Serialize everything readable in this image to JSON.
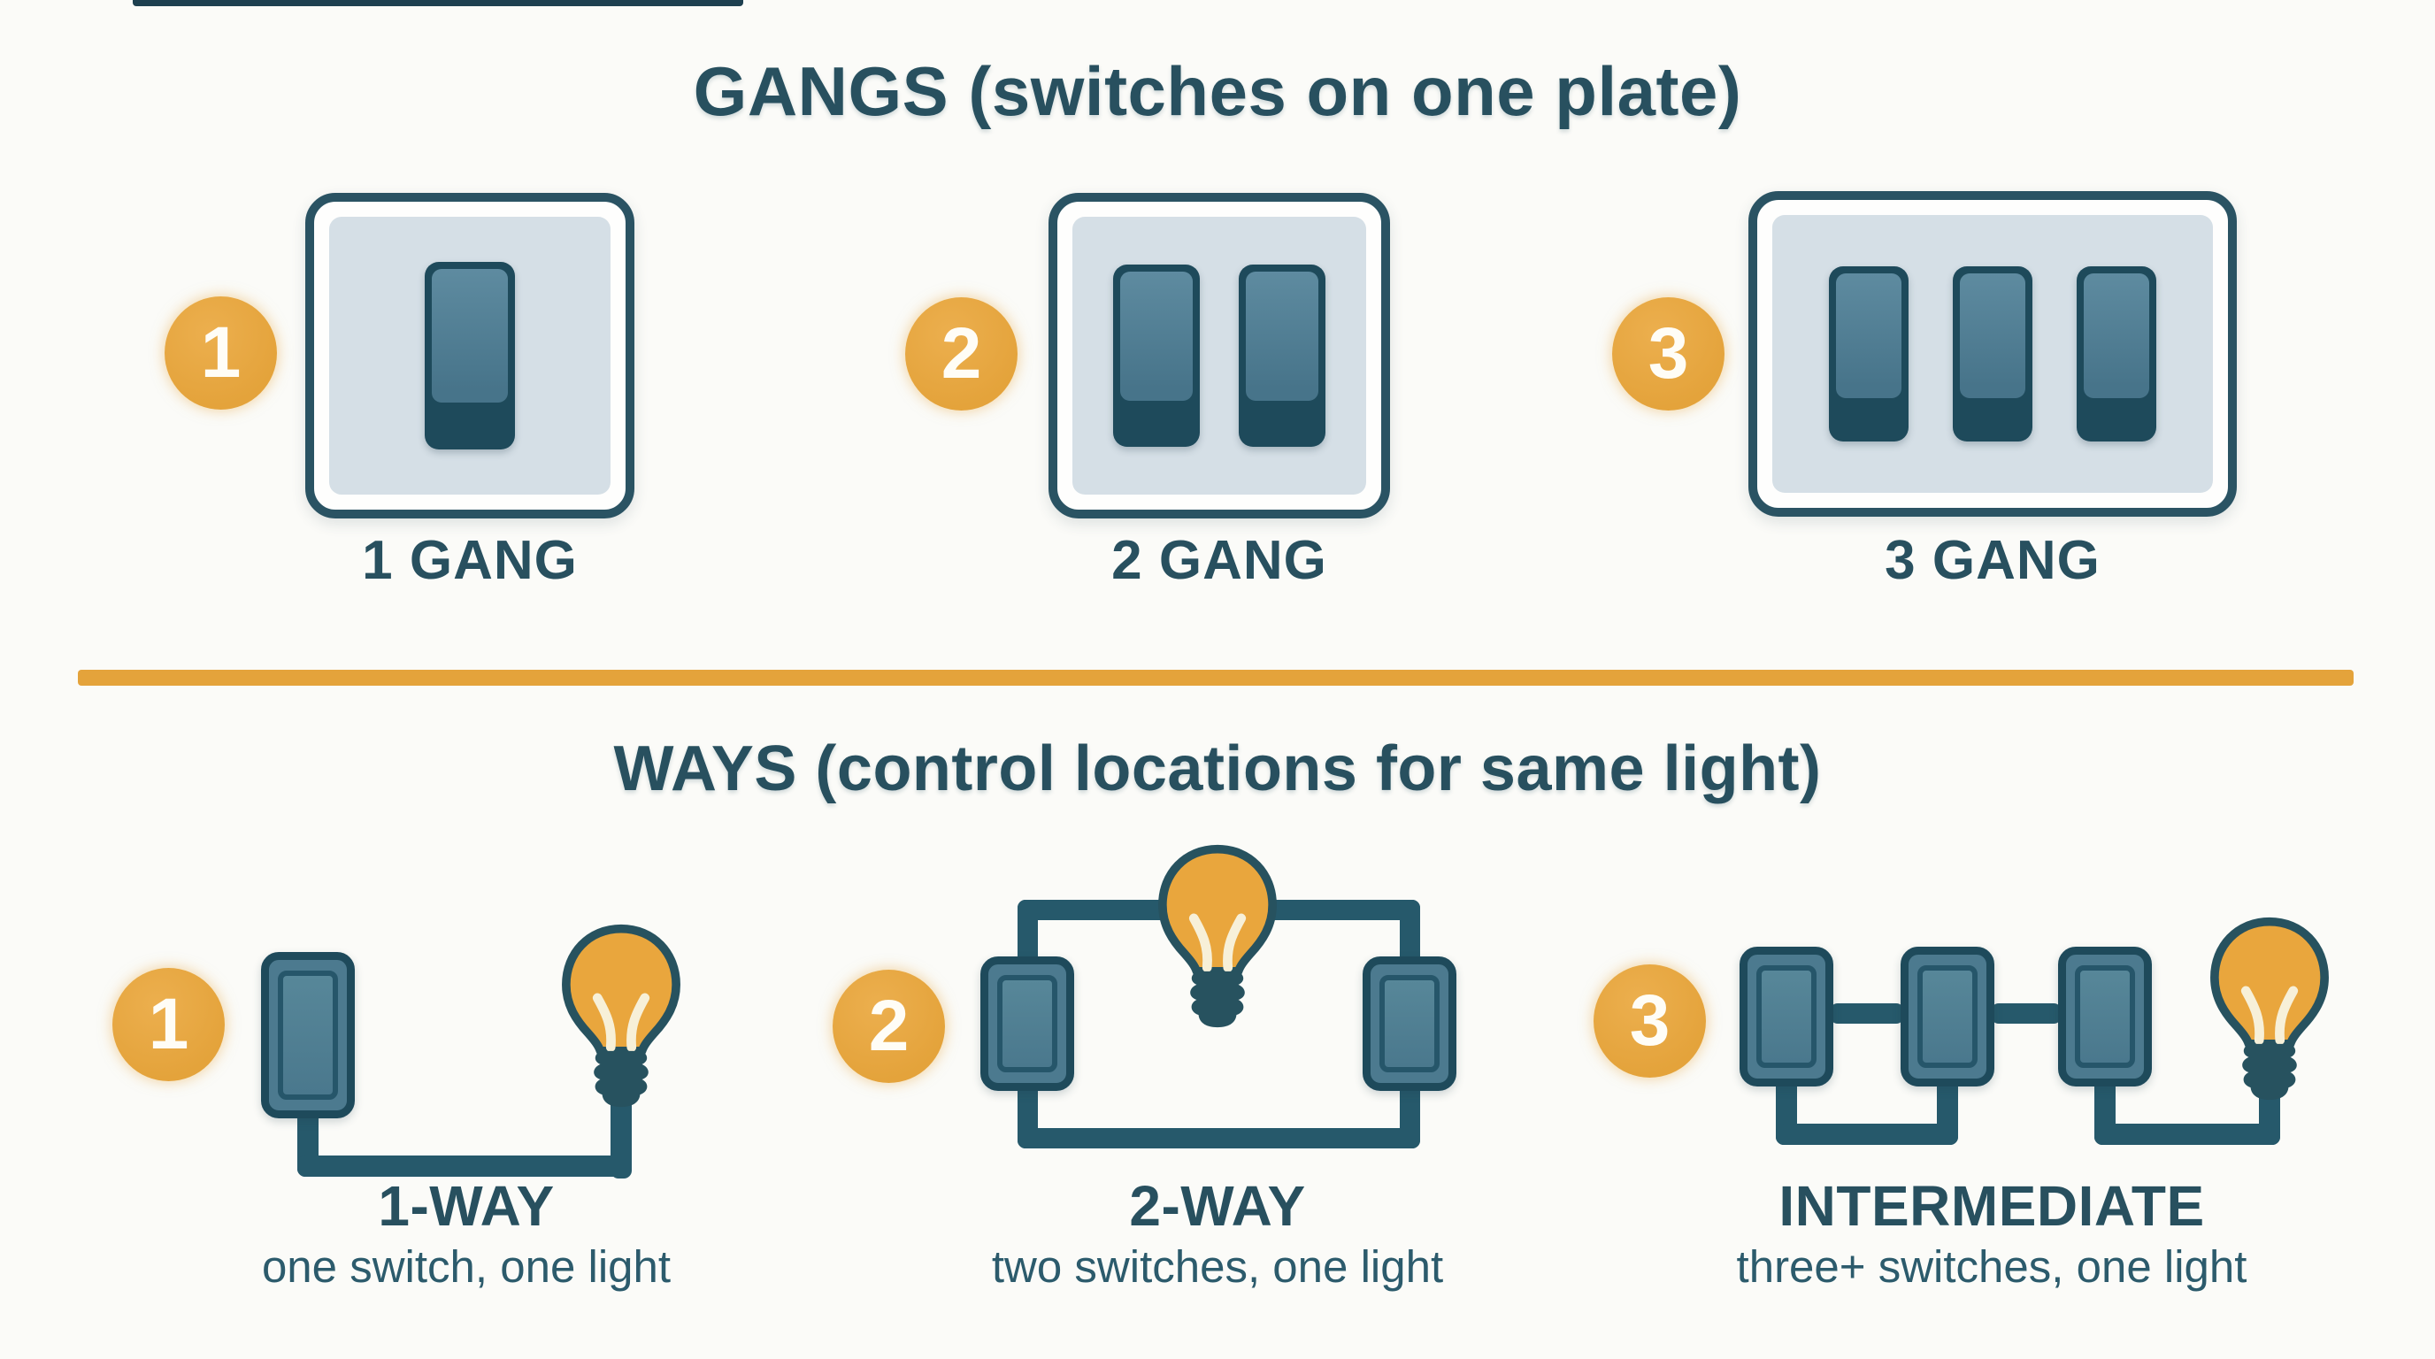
{
  "colors": {
    "bg": "#FBFBF8",
    "orange": "#E4A33B",
    "teal-dark": "#1E4A5B",
    "teal-stroke": "#27525F",
    "teal-text": "#28505F",
    "teal-subtext": "#2C5B6C",
    "wire": "#26596B",
    "plate-fill": "#D5DFE6",
    "rocker-light": "#4C7A8F",
    "bulb-fill": "#E9A63D",
    "filament": "#F7F0D8"
  },
  "gangs": {
    "title": "GANGS (switches on one plate)",
    "items": [
      {
        "badge": "1",
        "label": "1 GANG"
      },
      {
        "badge": "2",
        "label": "2 GANG"
      },
      {
        "badge": "3",
        "label": "3 GANG"
      }
    ]
  },
  "ways": {
    "title": "WAYS (control locations for same light)",
    "items": [
      {
        "badge": "1",
        "label": "1-WAY",
        "description": "one switch, one light"
      },
      {
        "badge": "2",
        "label": "2-WAY",
        "description": "two switches, one light"
      },
      {
        "badge": "3",
        "label": "INTERMEDIATE",
        "description": "three+ switches, one light"
      }
    ]
  }
}
